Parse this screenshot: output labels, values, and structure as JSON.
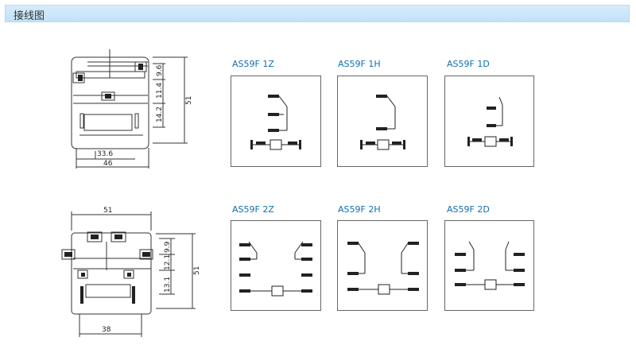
{
  "header": {
    "title": "接线图"
  },
  "colors": {
    "accent": "#0e6fb3",
    "header_bg": "#c8e5f9"
  },
  "drawings": {
    "top": {
      "d1": "9.6",
      "d2": "11.4",
      "d3": "14.2",
      "h": "51",
      "w1": "33.6",
      "w2": "46"
    },
    "bottom": {
      "w": "51",
      "d1": "9.9",
      "d2": "12.1",
      "d3": "13.1",
      "h": "51",
      "wb": "38"
    }
  },
  "panels": [
    {
      "label": "AS59F 1Z"
    },
    {
      "label": "AS59F 1H"
    },
    {
      "label": "AS59F 1D"
    },
    {
      "label": "AS59F 2Z"
    },
    {
      "label": "AS59F 2H"
    },
    {
      "label": "AS59F 2D"
    }
  ]
}
